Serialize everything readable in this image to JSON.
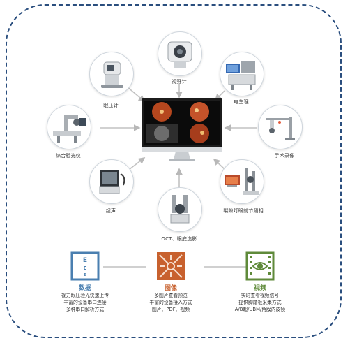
{
  "devices": {
    "tonometer": "眼压计",
    "perimeter": "视野计",
    "electrophysiology": "电生理",
    "refraction_unit": "综合验光仪",
    "surgery_recording": "手术录像",
    "ultrasound": "超声",
    "slitlamp": "裂隙灯眼前节照相",
    "oct": "OCT、眼底造影"
  },
  "features": {
    "data": {
      "title": "数据",
      "lines": [
        "视力眼压验光快速上传",
        "丰富的设备串口连接",
        "多种串口解析方式"
      ],
      "color": "#4a7fb0",
      "icon": "eye-chart-icon"
    },
    "image": {
      "title": "图像",
      "lines": [
        "多图片查看预览",
        "丰富的设备接入方式",
        "图片、PDF、视频"
      ],
      "color": "#c8612e",
      "icon": "image-pattern-icon"
    },
    "video": {
      "title": "视频",
      "lines": [
        "实时查看视频信号",
        "提供脚踏板采集方式",
        "A/B超/UBM/角膜内皮镜"
      ],
      "color": "#5f8a3a",
      "icon": "eye-film-icon"
    }
  }
}
